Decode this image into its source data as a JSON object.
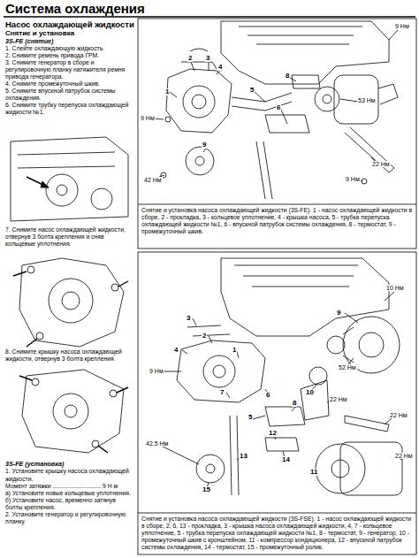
{
  "diagram": {
    "title": "Система охлаждения",
    "labels": [
      "Насос охлаждающей жидкости",
      "Снятие и установка",
      "3S-FE (снятие)",
      "1. Слейте охлаждающую жидкость.",
      "2. Снимите ремень привода ГРМ.",
      "3. Снимите генератор в сборе и регулировочную планку натяжителя ремня привода генератора.",
      "4. Снимите промежуточный шкив.",
      "5. Снимите впускной патрубок системы охлаждения.",
      "6. Снимите трубку перепуска охлаждающей жидкости №1.",
      "7. Снимите насос охлаждающей жидкости, отвернув 3 болта крепления и сняв кольцевые уплотнения.",
      "8. Снимите крышку насоса охлаждающей жидкости, отвернув 3 болта крепления.",
      "3S-FE (установка)",
      "1. Установите крышку насоса охлаждающей жидкости.",
      "Момент затяжки ............................. 9 Н м",
      "а) Установите новые кольцевые уплотнения.",
      "б) Установите насос, временно затянув болты крепления.",
      "2. Установите генератор и регулировочную планку.",
      "Снятие и установка насоса охлаждающей жидкости (3S-FE). 1 - насос охлаждающей жидкости в сборе, 2 - прокладка, 3 - кольцевое уплотнение, 4 - крышка насоса, 5 - трубка перепуска охлаждающей жидкости №1, 6 - впускной патрубок системы охлаждения, 8 - термостат, 9 - промежуточный шкив.",
      "Снятие и установка насоса охлаждающей жидкости (3S-FSE). 1 - насос охлаждающей жидкости в сборе, 2, 6, 13 - прокладка, 3 - крышка насоса охлаждающей жидкости, 4, 7 - кольцевое уплотнение, 5 - трубка перепуска охлаждающей жидкости №1, 8 - термостат, 9 - генератор, 10 - промежуточный шкив с кронштейном, 11 - компрессор кондиционера, 12 - впускной патрубок системы охлаждения, 14 - термостат, 15 - промежуточный ролик.",
      "1",
      "2",
      "3",
      "4",
      "5",
      "6",
      "8",
      "9",
      "9 Нм",
      "9 Нм",
      "42 Нм",
      "53 Нм",
      "22 Нм",
      "9 Нм",
      "1",
      "2",
      "3",
      "4",
      "5",
      "6",
      "7",
      "8",
      "9",
      "10",
      "11",
      "12",
      "13",
      "14",
      "15",
      "10 Нм",
      "9 Нм",
      "52 Нм",
      "22 Нм",
      "22 Нм",
      "42,5 Нм",
      "22 Нм"
    ]
  }
}
